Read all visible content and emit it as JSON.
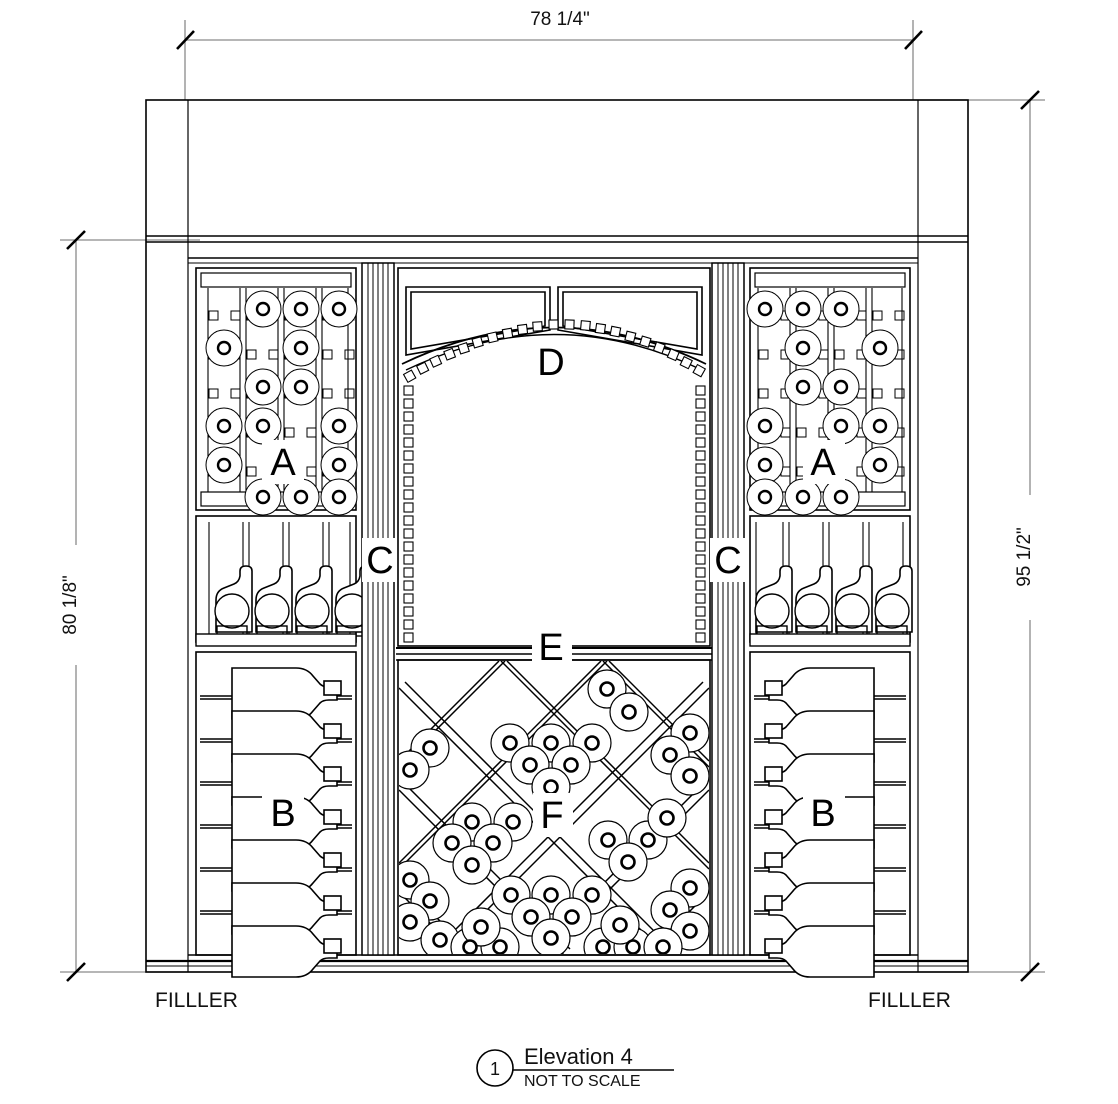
{
  "drawing": {
    "type": "architectural-elevation",
    "subject": "Custom wine cellar cabinetry elevation",
    "dimensions": {
      "top_width": "78 1/4\"",
      "left_height": "80 1/8\"",
      "right_height": "95 1/2\""
    },
    "labels": {
      "a_left": "A",
      "a_right": "A",
      "b_left": "B",
      "b_right": "B",
      "c_left": "C",
      "c_right": "C",
      "d": "D",
      "e": "E",
      "f": "F"
    },
    "annotations": {
      "filler_left": "FILLLER",
      "filler_right": "FILLLER"
    },
    "title_block": {
      "detail_number": "1",
      "title": "Elevation 4",
      "scale_note": "NOT TO SCALE"
    },
    "colors": {
      "line": "#000000",
      "dimension_line": "#808080",
      "paper": "#ffffff"
    },
    "legend_counts": {
      "a_columns_per_side": 4,
      "a_rows_per_side": 6,
      "b_shelves_per_side": 7,
      "display_bottles_per_side": 4,
      "diamond_bins": 9
    }
  }
}
